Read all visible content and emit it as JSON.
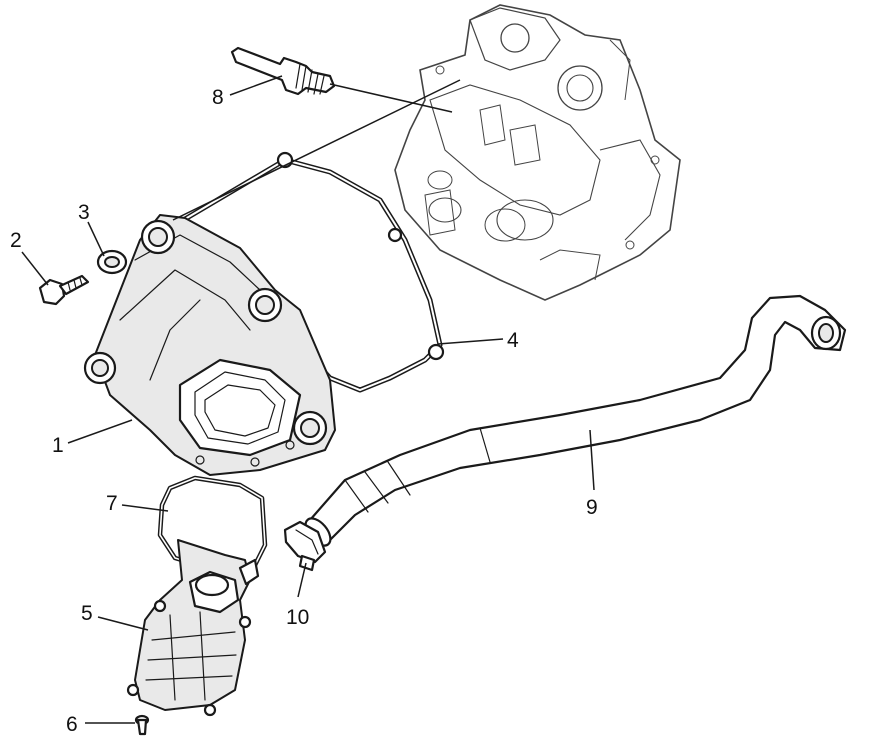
{
  "callouts": [
    {
      "id": "c1",
      "number": "1"
    },
    {
      "id": "c2",
      "number": "2"
    },
    {
      "id": "c3",
      "number": "3"
    },
    {
      "id": "c4",
      "number": "4"
    },
    {
      "id": "c5",
      "number": "5"
    },
    {
      "id": "c6",
      "number": "6"
    },
    {
      "id": "c7",
      "number": "7"
    },
    {
      "id": "c8",
      "number": "8"
    },
    {
      "id": "c9",
      "number": "9"
    },
    {
      "id": "c10",
      "number": "10"
    }
  ]
}
